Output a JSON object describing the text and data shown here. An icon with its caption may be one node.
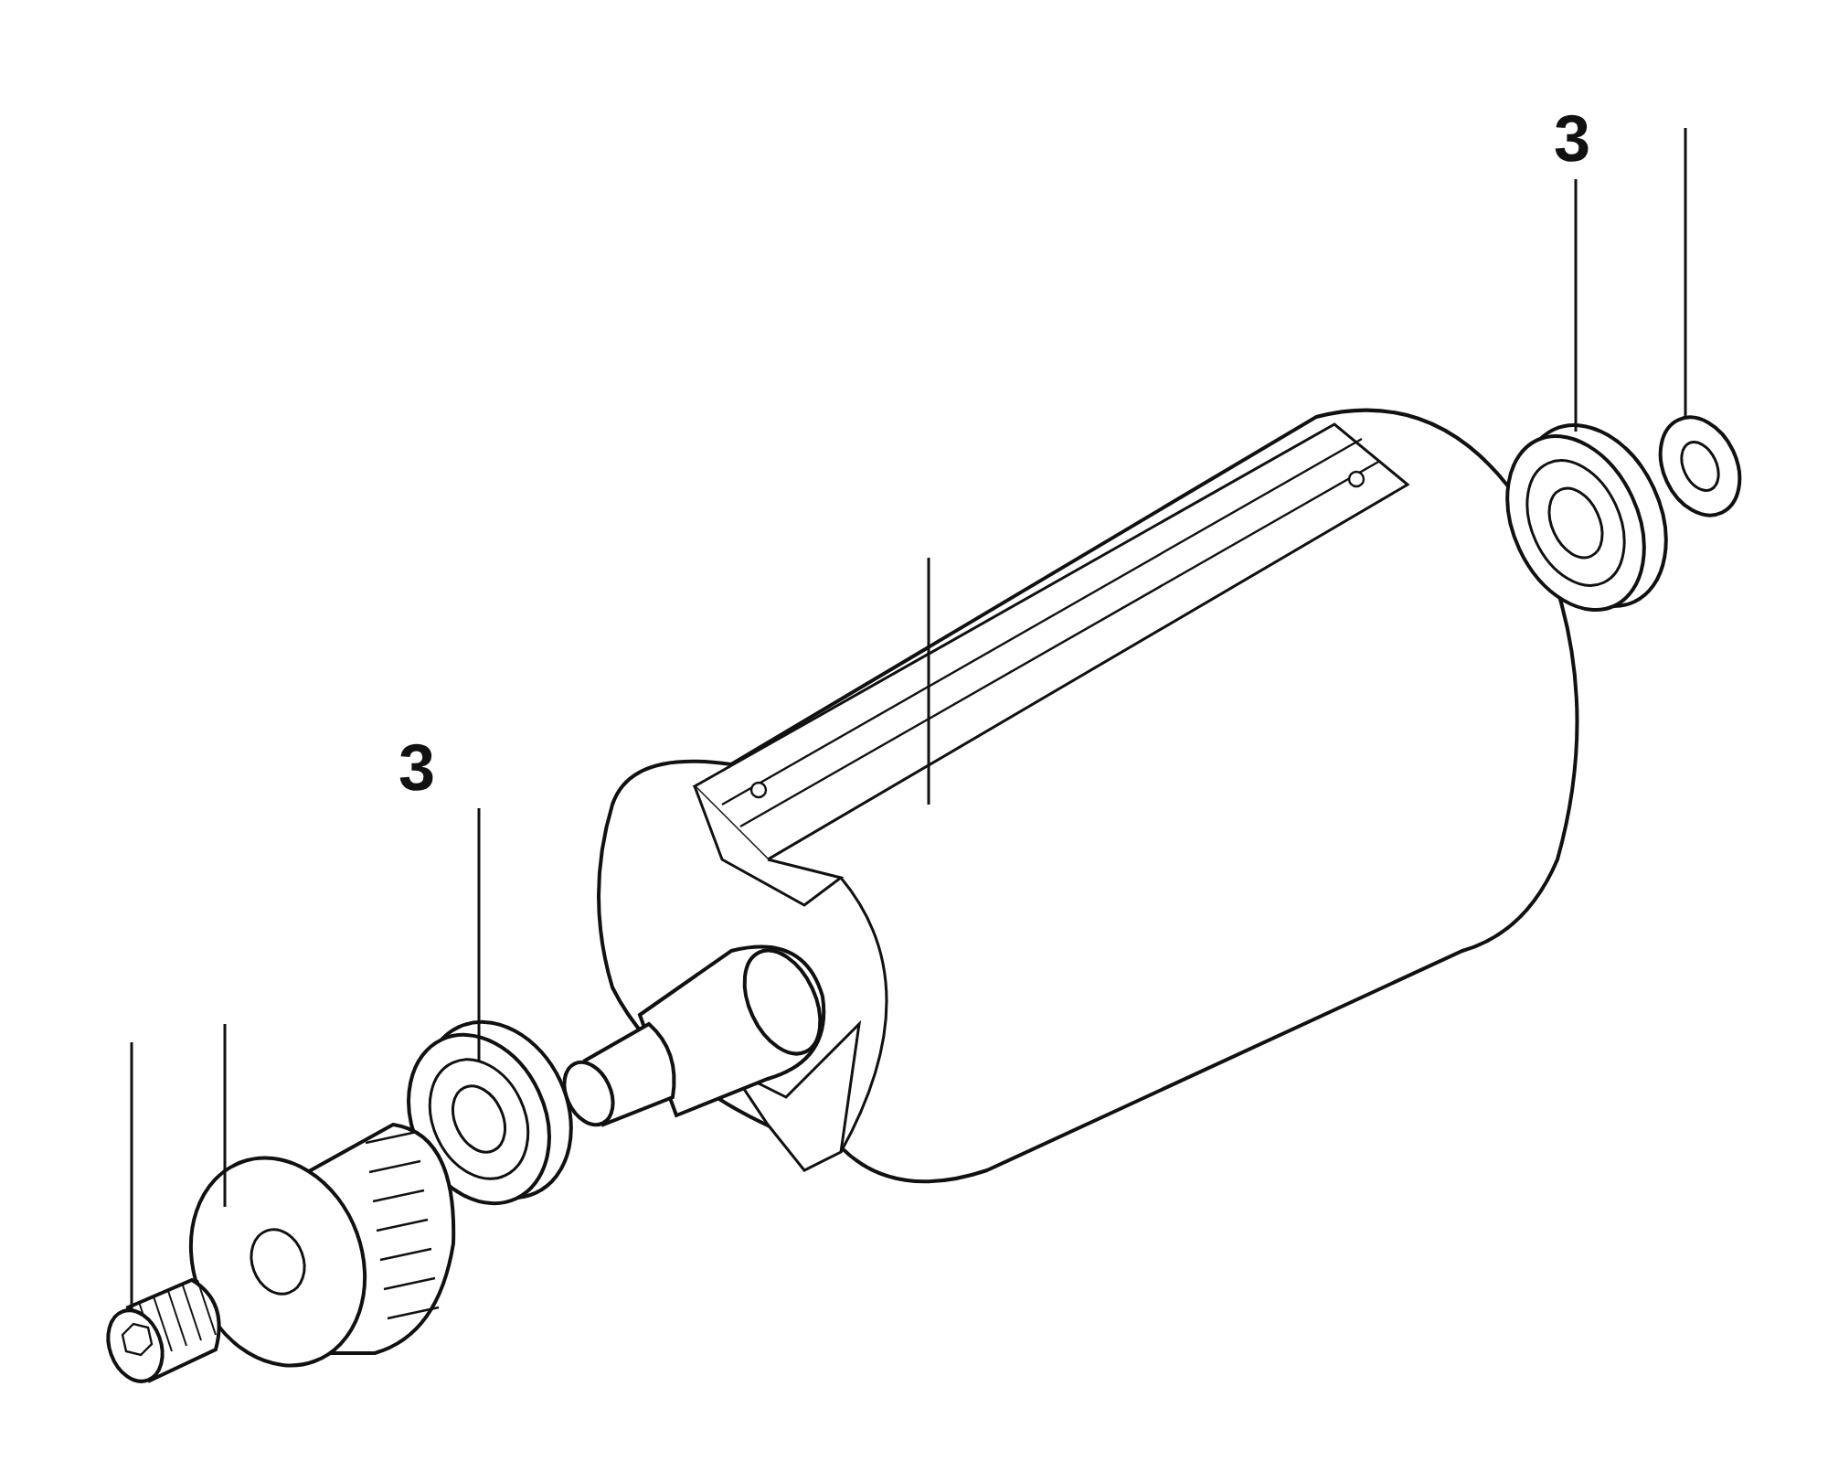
{
  "diagram": {
    "nodes": [
      {
        "text": [
          "3"
        ]
      },
      {
        "text": [],
        "shape": "picture"
      },
      {
        "text": [],
        "shape": "picture"
      },
      {
        "text": [],
        "shape": "picture"
      },
      {
        "text": [
          "3"
        ]
      },
      {
        "text": [],
        "shape": "picture"
      },
      {
        "text": [],
        "shape": "picture"
      },
      {
        "text": [],
        "shape": "picture"
      }
    ],
    "edges": [
      {
        "from": 0,
        "to": 1,
        "arrow": "none"
      },
      {
        "from": null,
        "to": 2,
        "arrow": "none"
      },
      {
        "from": null,
        "to": 3,
        "arrow": "none"
      },
      {
        "from": 4,
        "to": 5,
        "arrow": "none"
      },
      {
        "from": null,
        "to": 6,
        "arrow": "none"
      },
      {
        "from": null,
        "to": 7,
        "arrow": "none"
      }
    ]
  }
}
